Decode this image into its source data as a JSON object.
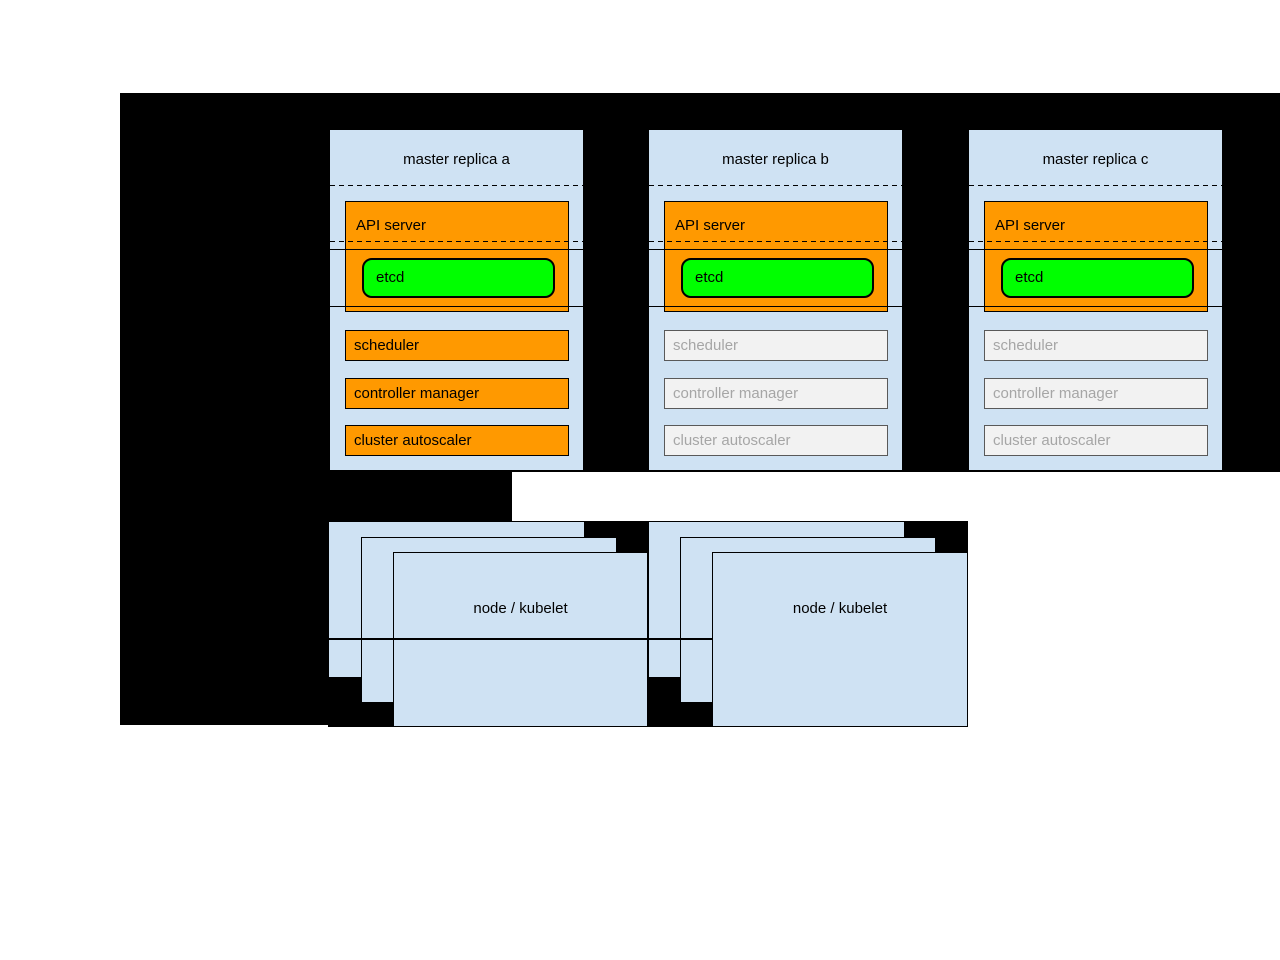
{
  "masters": [
    {
      "title": "master replica a",
      "api_server_label": "API server",
      "etcd_label": "etcd",
      "components": [
        {
          "label": "scheduler",
          "state": "active"
        },
        {
          "label": "controller manager",
          "state": "active"
        },
        {
          "label": "cluster autoscaler",
          "state": "active"
        }
      ]
    },
    {
      "title": "master replica b",
      "api_server_label": "API server",
      "etcd_label": "etcd",
      "components": [
        {
          "label": "scheduler",
          "state": "standby"
        },
        {
          "label": "controller manager",
          "state": "standby"
        },
        {
          "label": "cluster autoscaler",
          "state": "standby"
        }
      ]
    },
    {
      "title": "master replica c",
      "api_server_label": "API server",
      "etcd_label": "etcd",
      "components": [
        {
          "label": "scheduler",
          "state": "standby"
        },
        {
          "label": "controller manager",
          "state": "standby"
        },
        {
          "label": "cluster autoscaler",
          "state": "standby"
        }
      ]
    }
  ],
  "node_stacks": [
    {
      "title": "node / kubelet"
    },
    {
      "title": "node / kubelet"
    }
  ],
  "colors": {
    "background": "#000000",
    "panel_fill": "#cfe2f3",
    "active_fill": "#ff9900",
    "etcd_fill": "#00ff00",
    "standby_fill": "#f2f2f2",
    "standby_text": "#a6a6a6",
    "standby_border": "#595959"
  }
}
